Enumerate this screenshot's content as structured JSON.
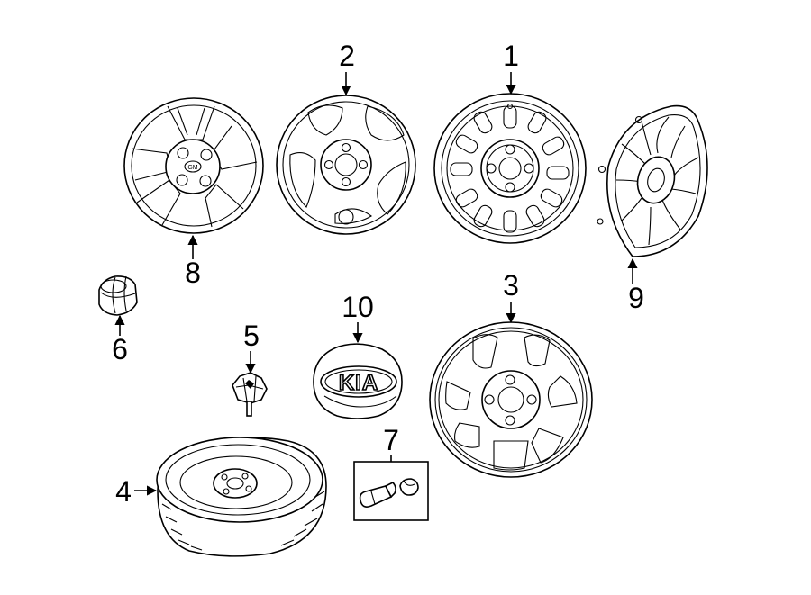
{
  "callouts": [
    {
      "id": "1",
      "label": "1"
    },
    {
      "id": "2",
      "label": "2"
    },
    {
      "id": "3",
      "label": "3"
    },
    {
      "id": "4",
      "label": "4"
    },
    {
      "id": "5",
      "label": "5"
    },
    {
      "id": "6",
      "label": "6"
    },
    {
      "id": "7",
      "label": "7"
    },
    {
      "id": "8",
      "label": "8"
    },
    {
      "id": "9",
      "label": "9"
    },
    {
      "id": "10",
      "label": "10"
    }
  ],
  "emblem_text": "KIA",
  "center_logo_text": "GM"
}
